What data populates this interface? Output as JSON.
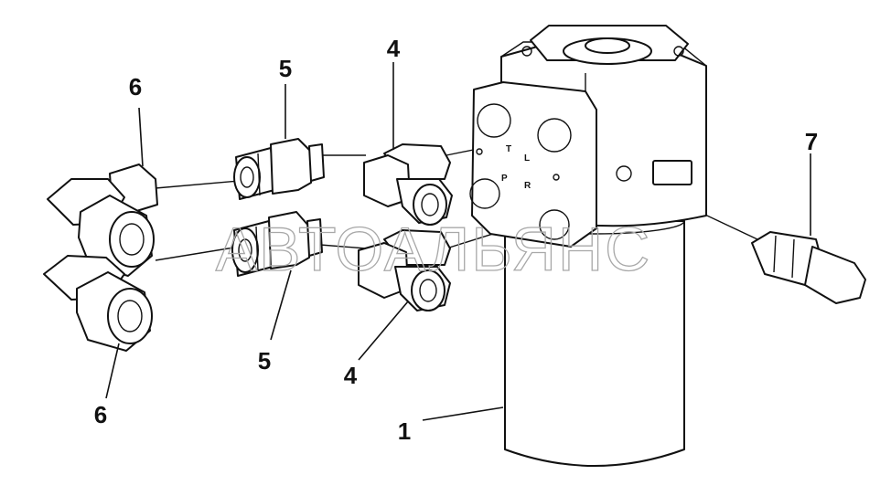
{
  "callouts": {
    "c1": "1",
    "c4_top": "4",
    "c4_bottom": "4",
    "c5_top": "5",
    "c5_bottom": "5",
    "c6_top": "6",
    "c6_bottom": "6",
    "c7": "7"
  },
  "ports": {
    "t": "T",
    "l": "L",
    "p": "P",
    "r": "R"
  },
  "watermark": "АВТОАЛЬЯНС",
  "colors": {
    "line": "#111111",
    "watermark": "#a8a8a8",
    "background": "#ffffff"
  }
}
